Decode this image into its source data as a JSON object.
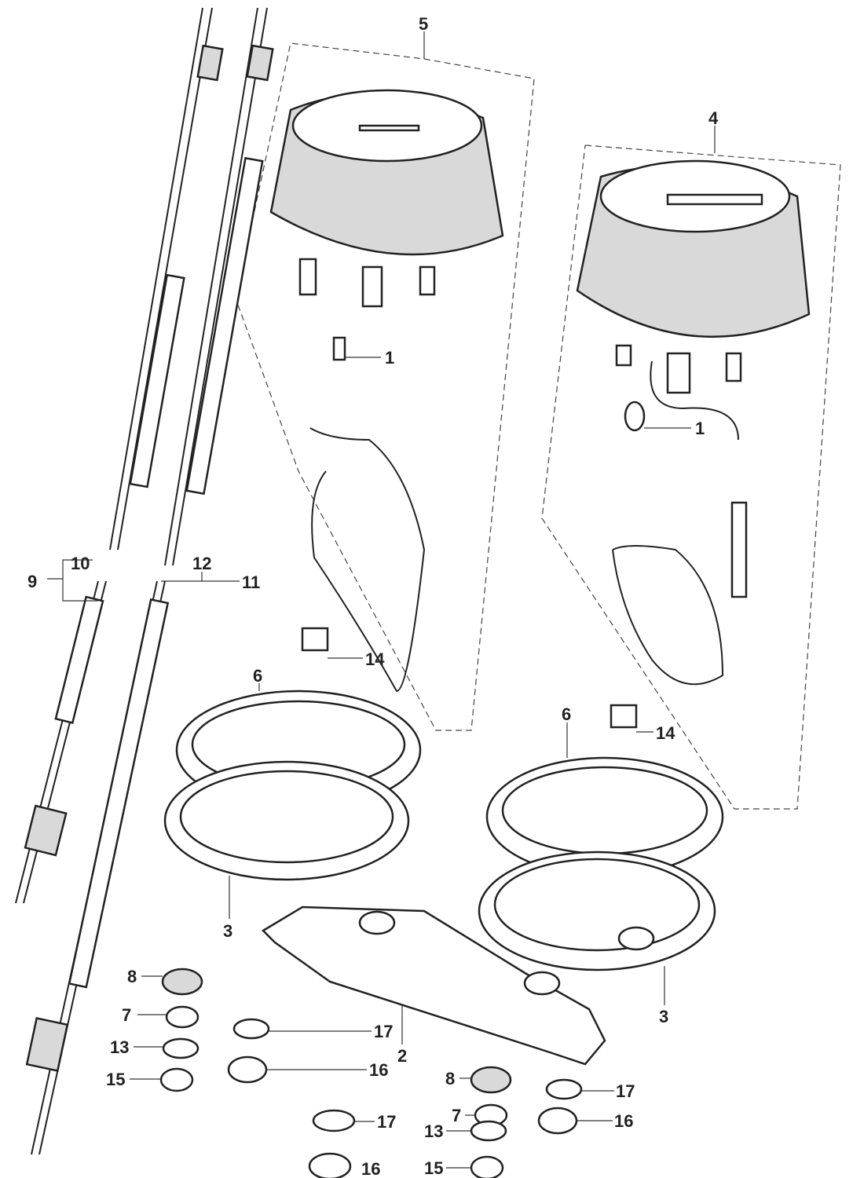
{
  "title": "Speedometer / Tachometer exploded parts diagram",
  "callouts": {
    "speedometer_assy": "5",
    "tachometer_assy": "4",
    "bulb_left": "1",
    "bulb_right": "1",
    "inner_cable_speedo": "10",
    "cable_speedo": "9",
    "inner_cable_tacho": "12",
    "cable_tacho": "11",
    "bolt_left": "14",
    "bolt_right": "14",
    "case_left": "6",
    "case_right": "6",
    "cushion_left": "3",
    "cushion_right": "3",
    "bracket": "2",
    "grommet_a": "8",
    "collar_a": "7",
    "washer_a": "13",
    "nut_a": "15",
    "lockwasher_a": "17",
    "hexnut_a": "16",
    "grommet_b": "8",
    "collar_b": "7",
    "washer_b": "13",
    "nut_b": "15",
    "lockwasher_b": "17",
    "hexnut_b": "16",
    "lockwasher_c": "17",
    "hexnut_c": "16"
  }
}
